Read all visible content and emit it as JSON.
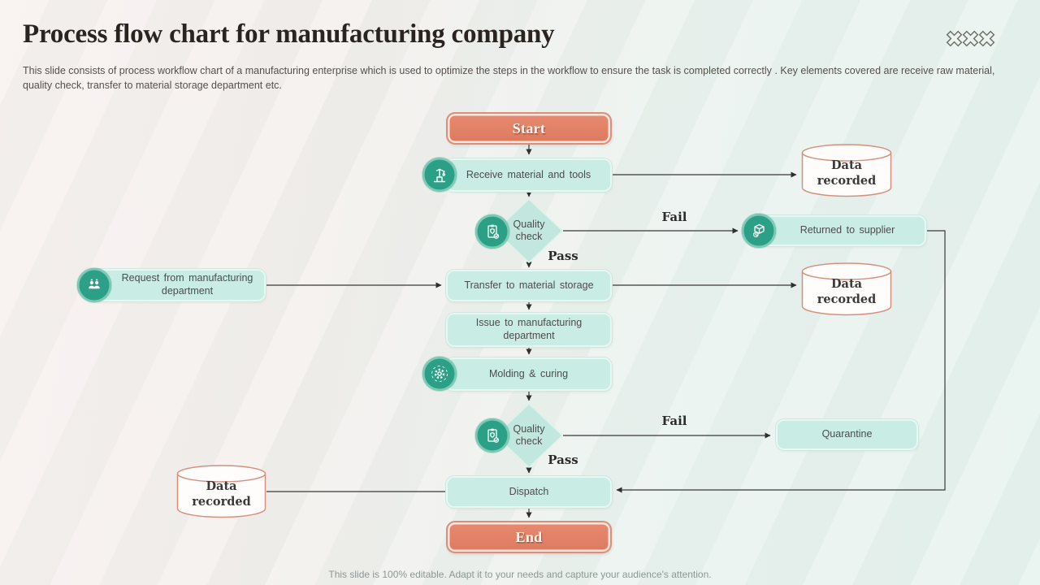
{
  "slide": {
    "title": "Process flow chart for manufacturing company",
    "description": "This slide consists of process workflow chart of a manufacturing enterprise which is used to optimize the steps in the workflow to ensure the task is completed correctly . Key elements covered are receive raw material, quality check, transfer to material storage department etc.",
    "footer": "This slide is 100% editable. Adapt it to your needs and capture your audience's attention.",
    "logo_icon": "xxx-cross-logo"
  },
  "flowchart": {
    "edge_labels": {
      "pass": "Pass",
      "fail": "Fail"
    },
    "nodes": {
      "start": {
        "label": "Start",
        "shape": "terminator"
      },
      "receive": {
        "label": "Receive material and tools",
        "shape": "process",
        "icon": "crane-icon"
      },
      "quality_check_1": {
        "label": "Quality check",
        "shape": "decision",
        "icon": "clipboard-check-icon"
      },
      "returned_to_supplier": {
        "label": "Returned to supplier",
        "shape": "process",
        "icon": "package-return-icon"
      },
      "data_recorded_1": {
        "label": "Data recorded",
        "shape": "database"
      },
      "request": {
        "label": "Request from manufacturing department",
        "shape": "process",
        "icon": "people-icon"
      },
      "transfer": {
        "label": "Transfer to material storage",
        "shape": "process"
      },
      "data_recorded_2": {
        "label": "Data recorded",
        "shape": "database"
      },
      "issue": {
        "label": "Issue to manufacturing department",
        "shape": "process"
      },
      "molding": {
        "label": "Molding & curing",
        "shape": "process",
        "icon": "gear-icon"
      },
      "quality_check_2": {
        "label": "Quality check",
        "shape": "decision",
        "icon": "clipboard-check-icon"
      },
      "quarantine": {
        "label": "Quarantine",
        "shape": "process"
      },
      "data_recorded_3": {
        "label": "Data recorded",
        "shape": "database"
      },
      "dispatch": {
        "label": "Dispatch",
        "shape": "process"
      },
      "end": {
        "label": "End",
        "shape": "terminator"
      }
    },
    "colors": {
      "terminator_fill": "#e08066",
      "process_fill": "#c9ece4",
      "decision_fill": "#c2e7de",
      "icon_circle_fill": "#2ba086",
      "cylinder_stroke": "#d4907b",
      "connector": "#383838"
    }
  }
}
